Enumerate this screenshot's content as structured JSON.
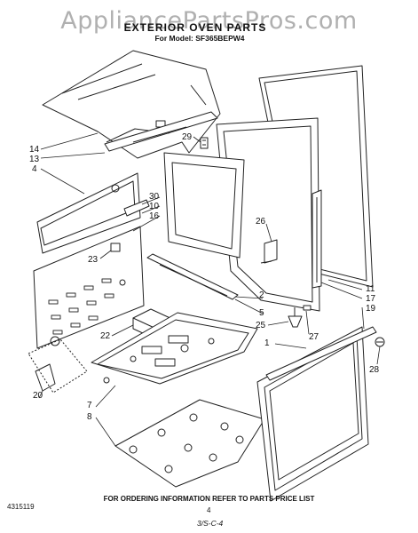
{
  "watermark": "AppliancePartsPros.com",
  "title": "EXTERIOR OVEN PARTS",
  "subtitle": "For Model: SF365BEPW4",
  "footer_note": "FOR ORDERING INFORMATION REFER TO PARTS PRICE LIST",
  "doc_number": "4315119",
  "page_number": "4",
  "revision_code": "3/S-C-4",
  "callouts": [
    "14",
    "13",
    "4",
    "29",
    "30",
    "10",
    "16",
    "26",
    "23",
    "11",
    "17",
    "19",
    "2",
    "5",
    "25",
    "27",
    "22",
    "1",
    "28",
    "7",
    "8",
    "20"
  ]
}
